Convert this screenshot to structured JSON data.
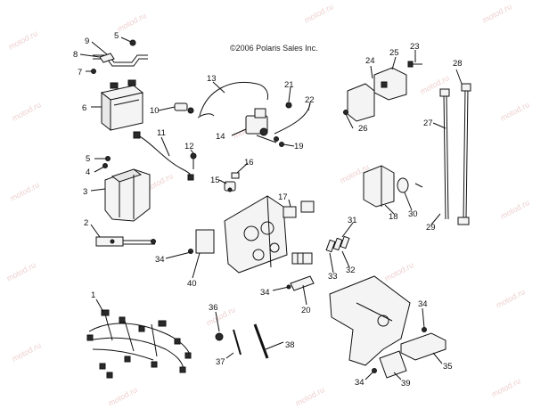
{
  "copyright": "©2006 Polaris Sales Inc.",
  "watermark": "motod.ru",
  "callouts": [
    "1",
    "2",
    "3",
    "4",
    "5",
    "5",
    "6",
    "7",
    "8",
    "9",
    "10",
    "11",
    "12",
    "13",
    "14",
    "15",
    "16",
    "17",
    "18",
    "19",
    "20",
    "21",
    "22",
    "23",
    "24",
    "25",
    "26",
    "27",
    "28",
    "29",
    "30",
    "31",
    "32",
    "33",
    "34",
    "34",
    "34",
    "34",
    "35",
    "36",
    "37",
    "38",
    "39",
    "40"
  ]
}
